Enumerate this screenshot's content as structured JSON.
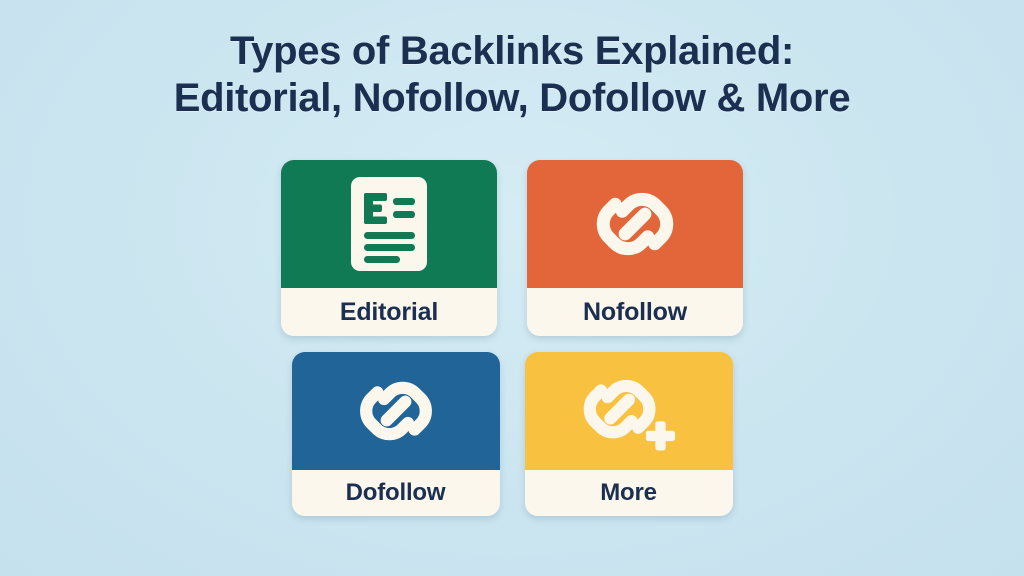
{
  "poster": {
    "background_color": "#cde6f1",
    "title": {
      "line1": "Types of Backlinks Explained:",
      "line2": "Editorial, Nofollow, Dofollow & More",
      "color": "#1b2f50"
    },
    "cards": [
      {
        "id": "editorial",
        "label": "Editorial",
        "icon": "document-article-icon",
        "art_color": "#107a55",
        "label_background": "#fbf7ec",
        "label_color": "#1b2f50"
      },
      {
        "id": "nofollow",
        "label": "Nofollow",
        "icon": "chain-link-icon",
        "art_color": "#e2663a",
        "label_background": "#fbf7ec",
        "label_color": "#1b2f50"
      },
      {
        "id": "dofollow",
        "label": "Dofollow",
        "icon": "chain-link-icon",
        "art_color": "#206498",
        "label_background": "#fbf7ec",
        "label_color": "#1b2f50"
      },
      {
        "id": "more",
        "label": "More",
        "icon": "chain-link-plus-icon",
        "art_color": "#f8c13f",
        "label_background": "#fbf7ec",
        "label_color": "#1b2f50"
      }
    ]
  }
}
